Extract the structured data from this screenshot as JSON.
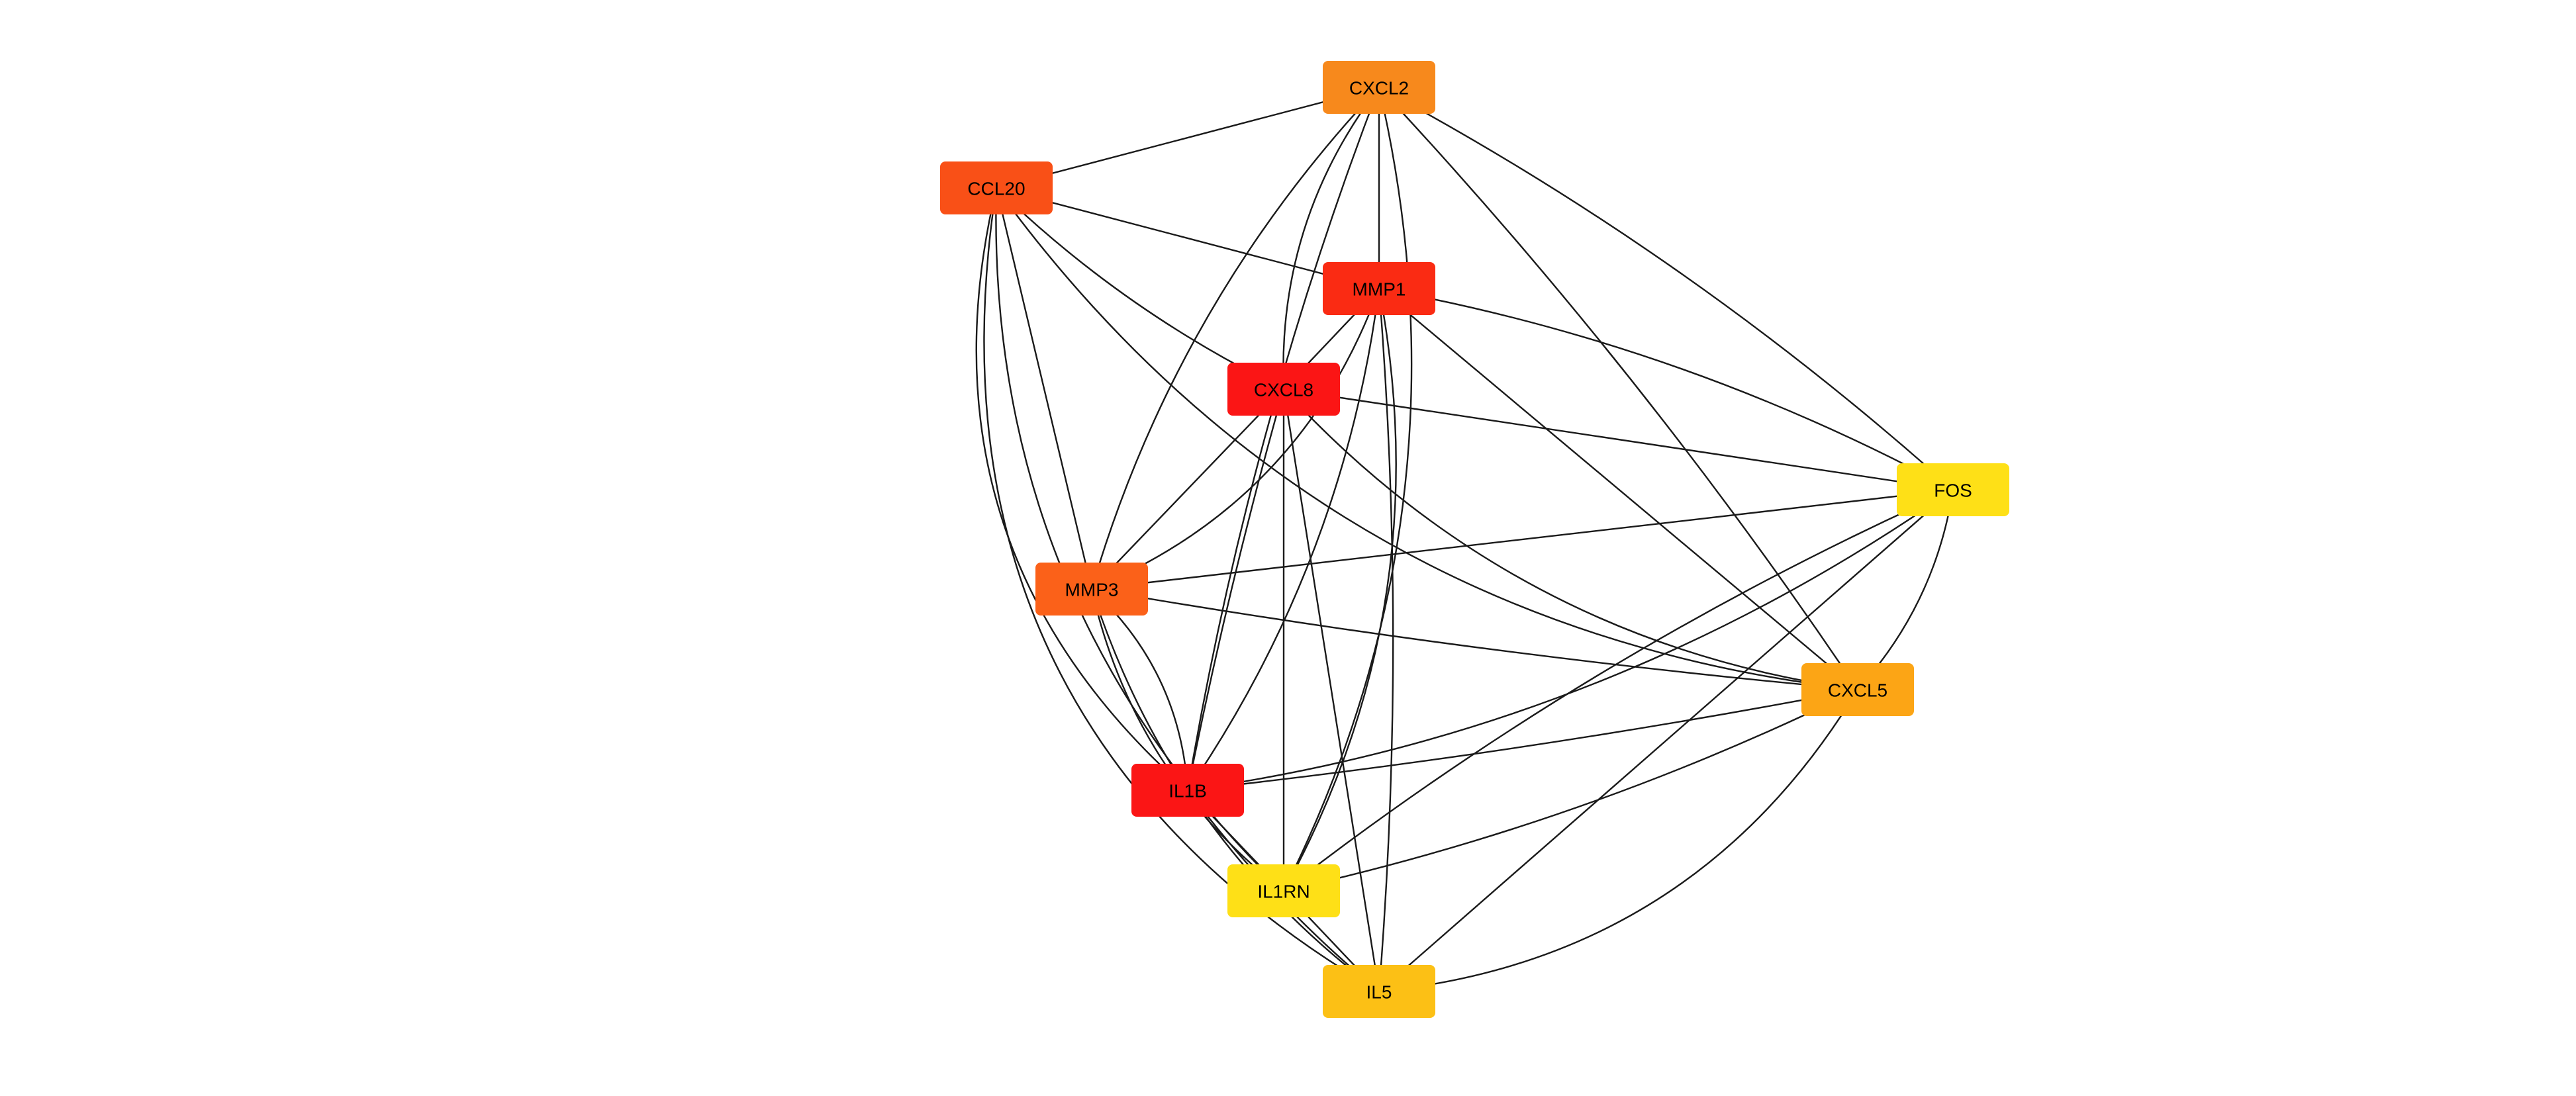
{
  "network": {
    "nodes": [
      {
        "id": "CXCL2",
        "label": "CXCL2",
        "color": "#F7891C"
      },
      {
        "id": "CCL20",
        "label": "CCL20",
        "color": "#F95017"
      },
      {
        "id": "MMP1",
        "label": "MMP1",
        "color": "#FA2B13"
      },
      {
        "id": "CXCL8",
        "label": "CXCL8",
        "color": "#FB1515"
      },
      {
        "id": "FOS",
        "label": "FOS",
        "color": "#FEE017"
      },
      {
        "id": "MMP3",
        "label": "MMP3",
        "color": "#FB6119"
      },
      {
        "id": "CXCL5",
        "label": "CXCL5",
        "color": "#FCA515"
      },
      {
        "id": "IL1B",
        "label": "IL1B",
        "color": "#FB1515"
      },
      {
        "id": "IL1RN",
        "label": "IL1RN",
        "color": "#FEE017"
      },
      {
        "id": "IL5",
        "label": "IL5",
        "color": "#FCC015"
      }
    ],
    "edges": [
      [
        "CXCL2",
        "CCL20"
      ],
      [
        "CXCL2",
        "MMP1"
      ],
      [
        "CXCL2",
        "CXCL8"
      ],
      [
        "CXCL2",
        "FOS"
      ],
      [
        "CXCL2",
        "MMP3"
      ],
      [
        "CXCL2",
        "CXCL5"
      ],
      [
        "CXCL2",
        "IL1B"
      ],
      [
        "CXCL2",
        "IL1RN"
      ],
      [
        "CCL20",
        "MMP1"
      ],
      [
        "CCL20",
        "CXCL8"
      ],
      [
        "CCL20",
        "MMP3"
      ],
      [
        "CCL20",
        "CXCL5"
      ],
      [
        "CCL20",
        "IL1B"
      ],
      [
        "CCL20",
        "IL1RN"
      ],
      [
        "CCL20",
        "IL5"
      ],
      [
        "MMP1",
        "CXCL8"
      ],
      [
        "MMP1",
        "FOS"
      ],
      [
        "MMP1",
        "MMP3"
      ],
      [
        "MMP1",
        "CXCL5"
      ],
      [
        "MMP1",
        "IL1B"
      ],
      [
        "MMP1",
        "IL1RN"
      ],
      [
        "MMP1",
        "IL5"
      ],
      [
        "CXCL8",
        "FOS"
      ],
      [
        "CXCL8",
        "MMP3"
      ],
      [
        "CXCL8",
        "CXCL5"
      ],
      [
        "CXCL8",
        "IL1B"
      ],
      [
        "CXCL8",
        "IL1RN"
      ],
      [
        "CXCL8",
        "IL5"
      ],
      [
        "FOS",
        "MMP3"
      ],
      [
        "FOS",
        "CXCL5"
      ],
      [
        "FOS",
        "IL1B"
      ],
      [
        "FOS",
        "IL1RN"
      ],
      [
        "FOS",
        "IL5"
      ],
      [
        "MMP3",
        "CXCL5"
      ],
      [
        "MMP3",
        "IL1B"
      ],
      [
        "MMP3",
        "IL1RN"
      ],
      [
        "MMP3",
        "IL5"
      ],
      [
        "CXCL5",
        "IL1B"
      ],
      [
        "CXCL5",
        "IL1RN"
      ],
      [
        "CXCL5",
        "IL5"
      ],
      [
        "IL1B",
        "IL1RN"
      ],
      [
        "IL1B",
        "IL5"
      ],
      [
        "IL1RN",
        "IL5"
      ]
    ]
  }
}
